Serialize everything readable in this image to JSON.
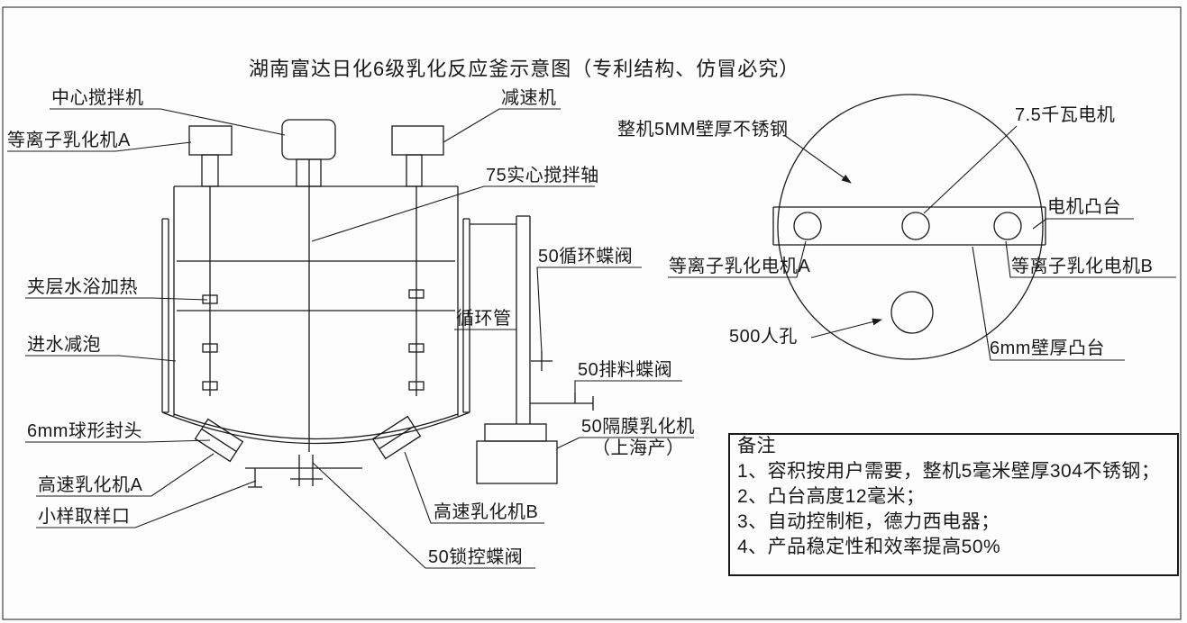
{
  "title": "湖南富达日化6级乳化反应釜示意图（专利结构、仿冒必究）",
  "colors": {
    "line": "#1a1a1a",
    "background": "#fdfdfd"
  },
  "front_view": {
    "labels": {
      "center_mixer": "中心搅拌机",
      "plasma_emulsifier_a": "等离子乳化机A",
      "reducer": "减速机",
      "solid_shaft": "75实心搅拌轴",
      "circulation_valve": "50循环蝶阀",
      "jacket_heating": "夹层水浴加热",
      "circulation_pipe": "循环管",
      "water_inlet_defoam": "进水减泡",
      "discharge_valve": "50排料蝶阀",
      "diaphragm_emulsifier": "50隔膜乳化机",
      "diaphragm_emulsifier_origin": "（上海产）",
      "spherical_head": "6mm球形封头",
      "high_speed_emulsifier_a": "高速乳化机A",
      "sample_port": "小样取样口",
      "high_speed_emulsifier_b": "高速乳化机B",
      "lock_valve": "50锁控蝶阀"
    }
  },
  "top_view": {
    "labels": {
      "shell": "整机5MM壁厚不锈钢",
      "motor": "7.5千瓦电机",
      "motor_boss": "电机凸台",
      "plasma_motor_a": "等离子乳化电机A",
      "plasma_motor_b": "等离子乳化电机B",
      "manhole": "500人孔",
      "wall_boss": "6mm壁厚凸台"
    }
  },
  "notes": {
    "title": "备注",
    "items": [
      "1、容积按用户需要，整机5毫米壁厚304不锈钢；",
      "2、凸台高度12毫米；",
      "3、自动控制柜，德力西电器；",
      "4、产品稳定性和效率提高50%"
    ]
  }
}
